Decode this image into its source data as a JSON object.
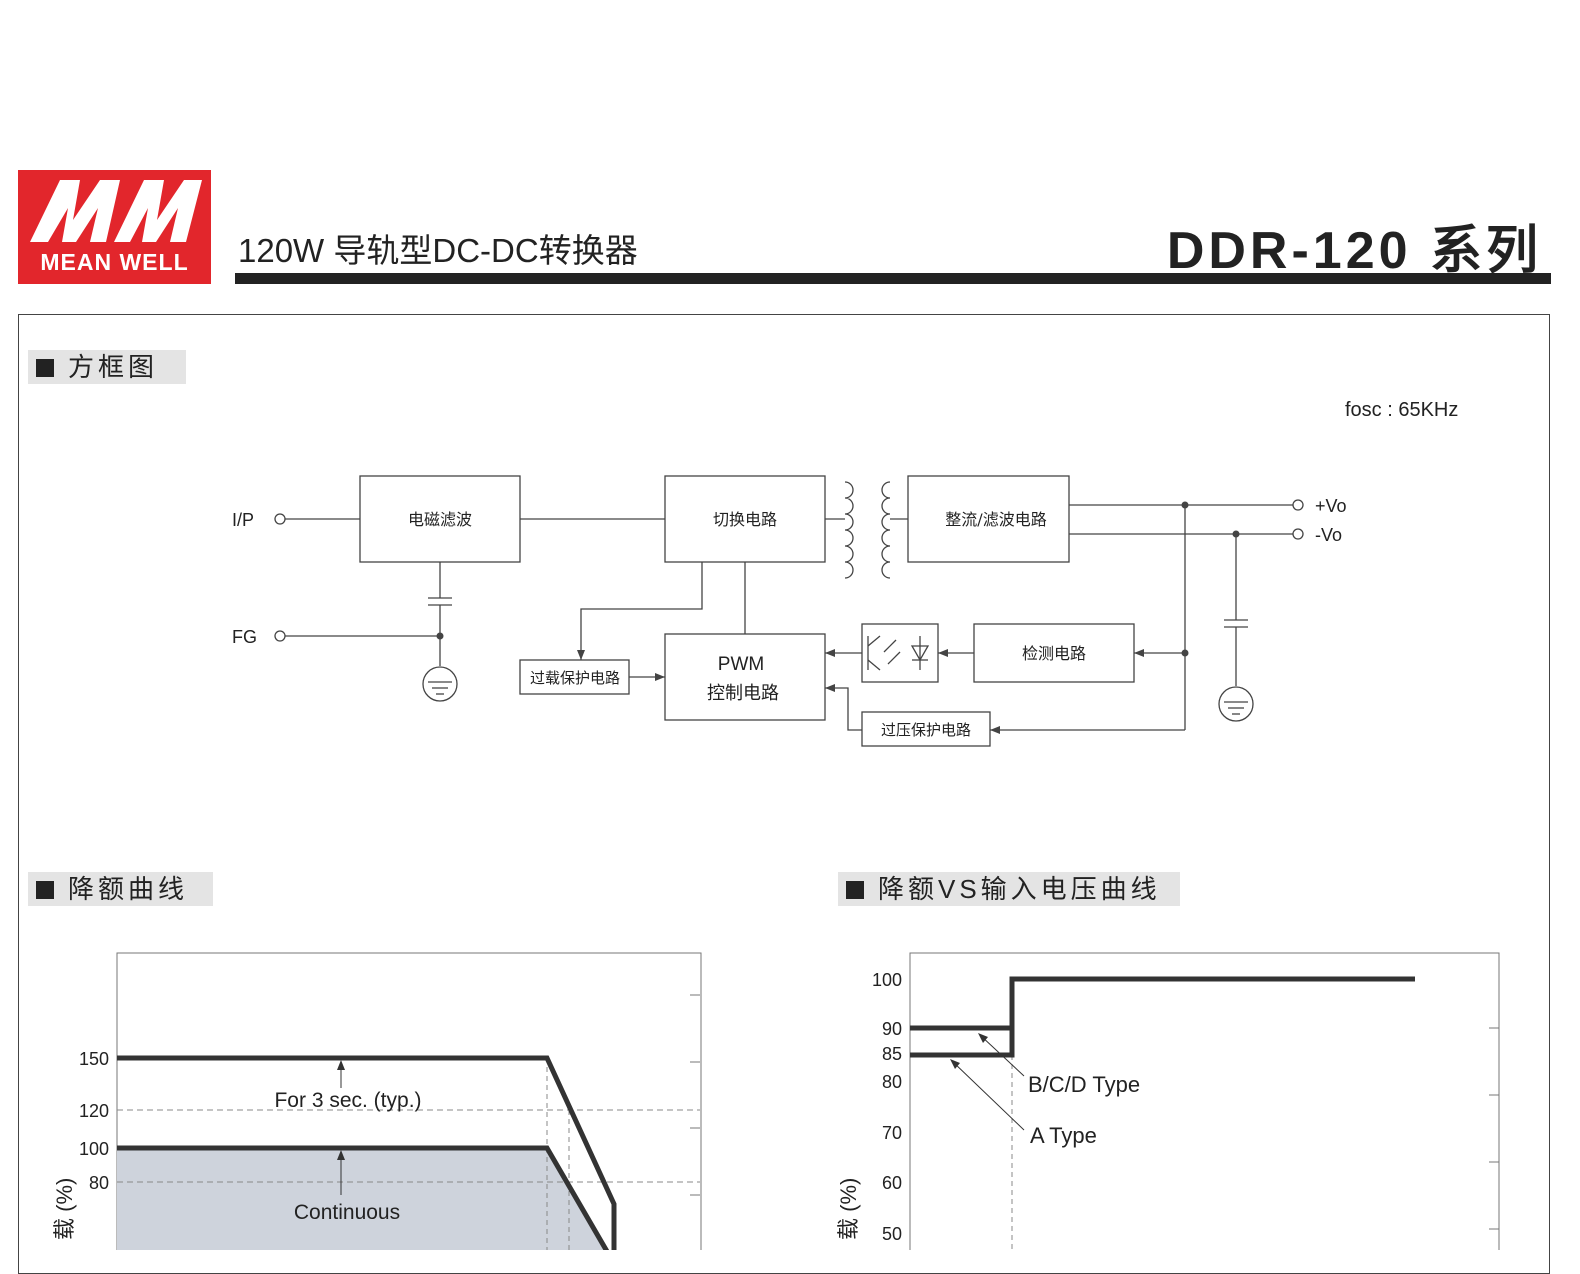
{
  "header": {
    "brand": "MEAN WELL",
    "title": "120W 导轨型DC-DC转换器",
    "series": "DDR-120 系列"
  },
  "sections": {
    "block_diagram": "方框图",
    "derating": "降额曲线",
    "derating_vs_input": "降额VS输入电压曲线"
  },
  "block_diagram": {
    "fosc": "fosc : 65KHz",
    "ip": "I/P",
    "fg": "FG",
    "vo_plus": "+Vo",
    "vo_minus": "-Vo",
    "emi_filter": "电磁滤波",
    "switching": "切换电路",
    "rectifier": "整流/滤波电路",
    "pwm_line1": "PWM",
    "pwm_line2": "控制电路",
    "detection": "检测电路",
    "olp": "过载保护电路",
    "ovp": "过压保护电路"
  },
  "chart_data": [
    {
      "type": "line",
      "x": [],
      "ylabel": "载 (%)",
      "y_ticks": [
        80,
        100,
        120,
        150
      ],
      "series": [
        {
          "label": "For 3 sec. (typ.)",
          "values": [
            150,
            150
          ]
        },
        {
          "label": "Continuous",
          "values": [
            100,
            100
          ]
        }
      ],
      "annotations": [
        "For 3 sec. (typ.)",
        "Continuous"
      ]
    },
    {
      "type": "line",
      "ylabel": "载 (%)",
      "y_ticks": [
        50,
        60,
        70,
        80,
        85,
        90,
        100
      ],
      "series": [
        {
          "label": "B/C/D Type",
          "values": [
            90,
            100
          ]
        },
        {
          "label": "A Type",
          "values": [
            85,
            100
          ]
        }
      ],
      "annotations": [
        "B/C/D Type",
        "A Type"
      ]
    }
  ]
}
